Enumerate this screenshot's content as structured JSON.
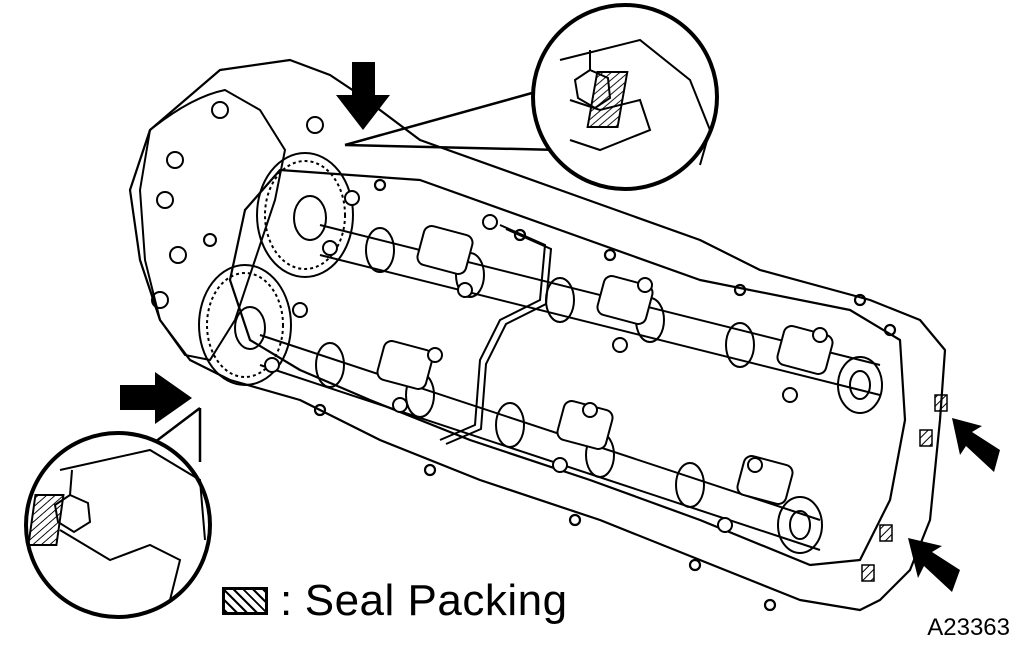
{
  "legend": {
    "separator": ":",
    "label": "Seal Packing"
  },
  "figure_id": "A23363",
  "colors": {
    "ink": "#000000",
    "paper": "#ffffff"
  },
  "icons": {
    "legend_swatch": "hatched-square",
    "pointer": "arrow"
  }
}
